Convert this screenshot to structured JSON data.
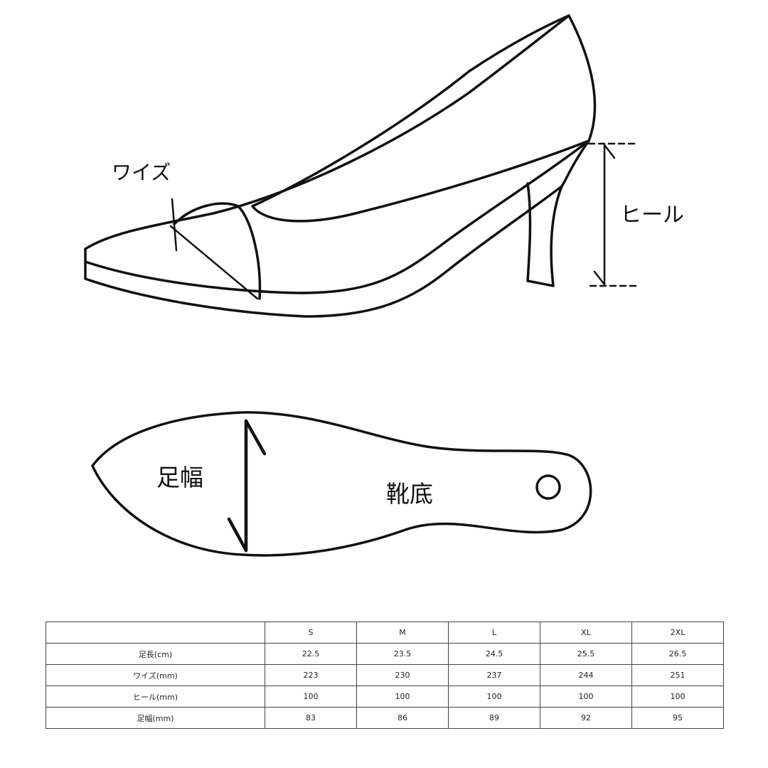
{
  "labels": {
    "wise": "ワイズ",
    "heel": "ヒール",
    "foot_width": "足幅",
    "sole": "靴底"
  },
  "size_table": {
    "header": [
      "",
      "S",
      "M",
      "L",
      "XL",
      "2XL"
    ],
    "rows": [
      {
        "label": "足長(cm)",
        "values": [
          "22.5",
          "23.5",
          "24.5",
          "25.5",
          "26.5"
        ]
      },
      {
        "label": "ワイズ(mm)",
        "values": [
          "223",
          "230",
          "237",
          "244",
          "251"
        ]
      },
      {
        "label": "ヒール(mm)",
        "values": [
          "100",
          "100",
          "100",
          "100",
          "100"
        ]
      },
      {
        "label": "足幅(mm)",
        "values": [
          "83",
          "86",
          "89",
          "92",
          "95"
        ]
      }
    ]
  },
  "colors": {
    "line": "#111111",
    "background": "#ffffff"
  }
}
